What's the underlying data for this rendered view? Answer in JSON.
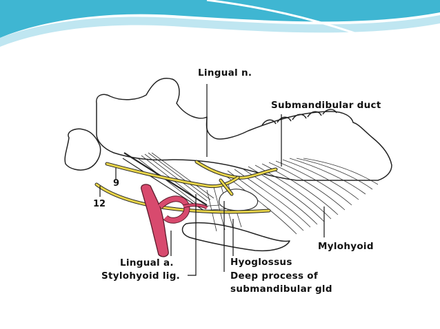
{
  "theme": {
    "header_teal": "#3fb6d2",
    "header_light": "#bfe6f1",
    "bone_outline": "#222222",
    "nerve_yellow": "#e8d44a",
    "artery_red": "#d84a6e",
    "muscle_stroke": "#333333"
  },
  "labels": {
    "lingual_nerve": "Lingual n.",
    "submandibular_duct": "Submandibular duct",
    "nerve_9": "9",
    "nerve_12": "12",
    "mylohyoid": "Mylohyoid",
    "lingual_artery": "Lingual a.",
    "hyoglossus": "Hyoglossus",
    "stylohyoid_lig": "Stylohyoid lig.",
    "deep_process_line1": "Deep process of",
    "deep_process_line2": "submandibular gld"
  }
}
